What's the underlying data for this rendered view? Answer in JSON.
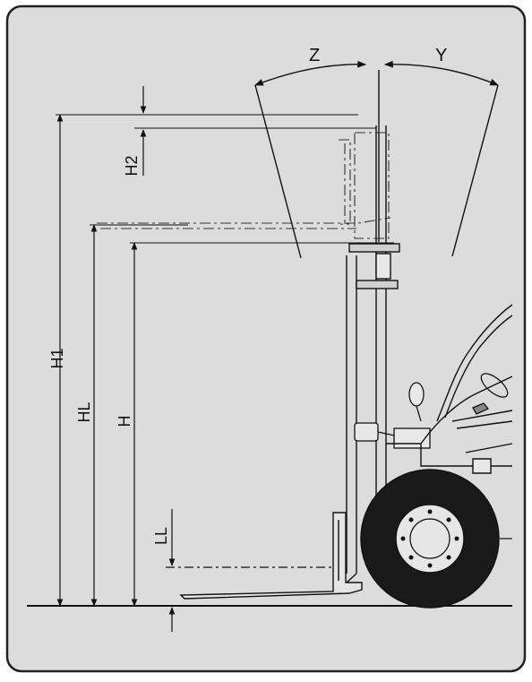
{
  "labels": {
    "z": "Z",
    "y": "Y",
    "h2": "H2",
    "h1": "H1",
    "hl": "HL",
    "h": "H",
    "ll": "LL"
  },
  "colors": {
    "panel": "#dcdcdc",
    "border": "#222222",
    "line": "#111111",
    "dim": "#333333",
    "tire": "#1a1a1a",
    "rim": "#e6e6e6"
  }
}
